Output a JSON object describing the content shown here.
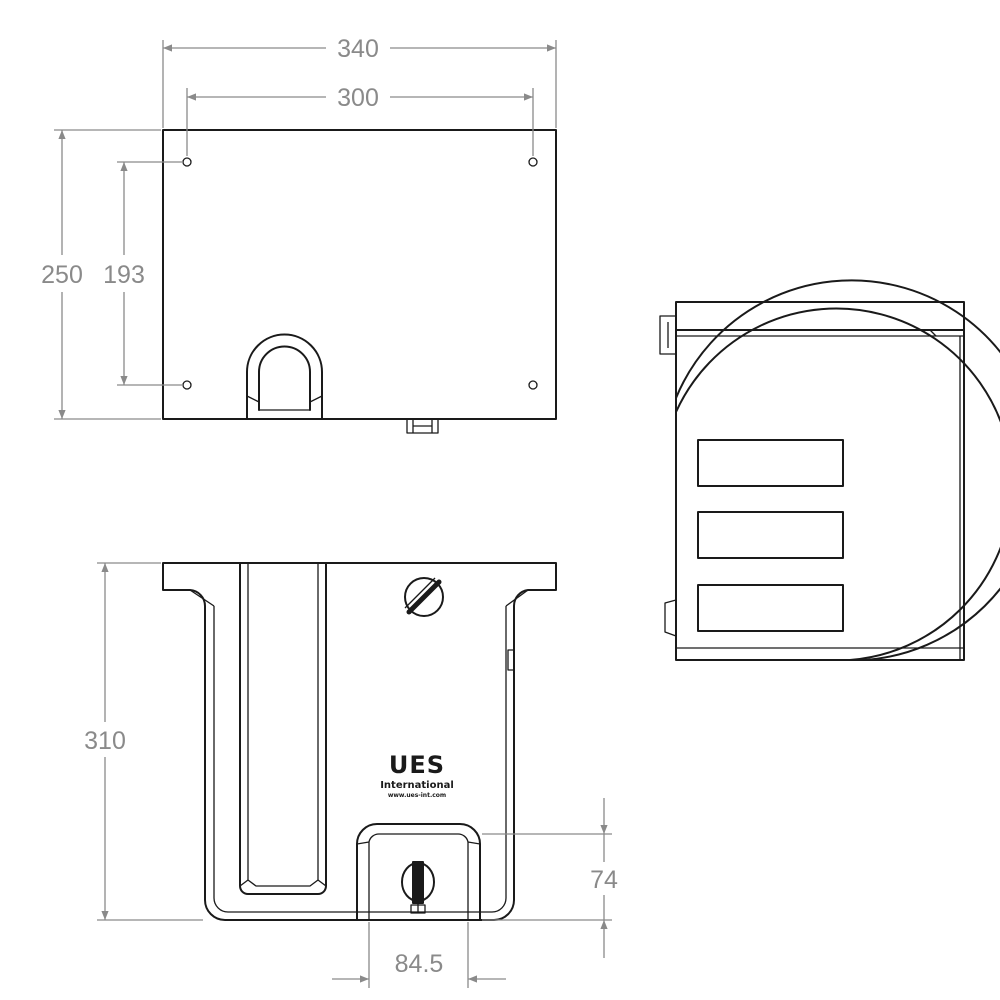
{
  "dimensions": {
    "overall_width": "340",
    "hole_spacing_width": "300",
    "overall_depth": "250",
    "hole_spacing_depth": "193",
    "overall_height": "310",
    "outlet_height": "74",
    "outlet_width": "84.5"
  },
  "logo": {
    "brand": "UES",
    "subtitle": "International",
    "website": "www.ues-int.com"
  },
  "colors": {
    "line": "#1a1a1a",
    "dimension": "#8a8a8a",
    "background": "#ffffff"
  }
}
